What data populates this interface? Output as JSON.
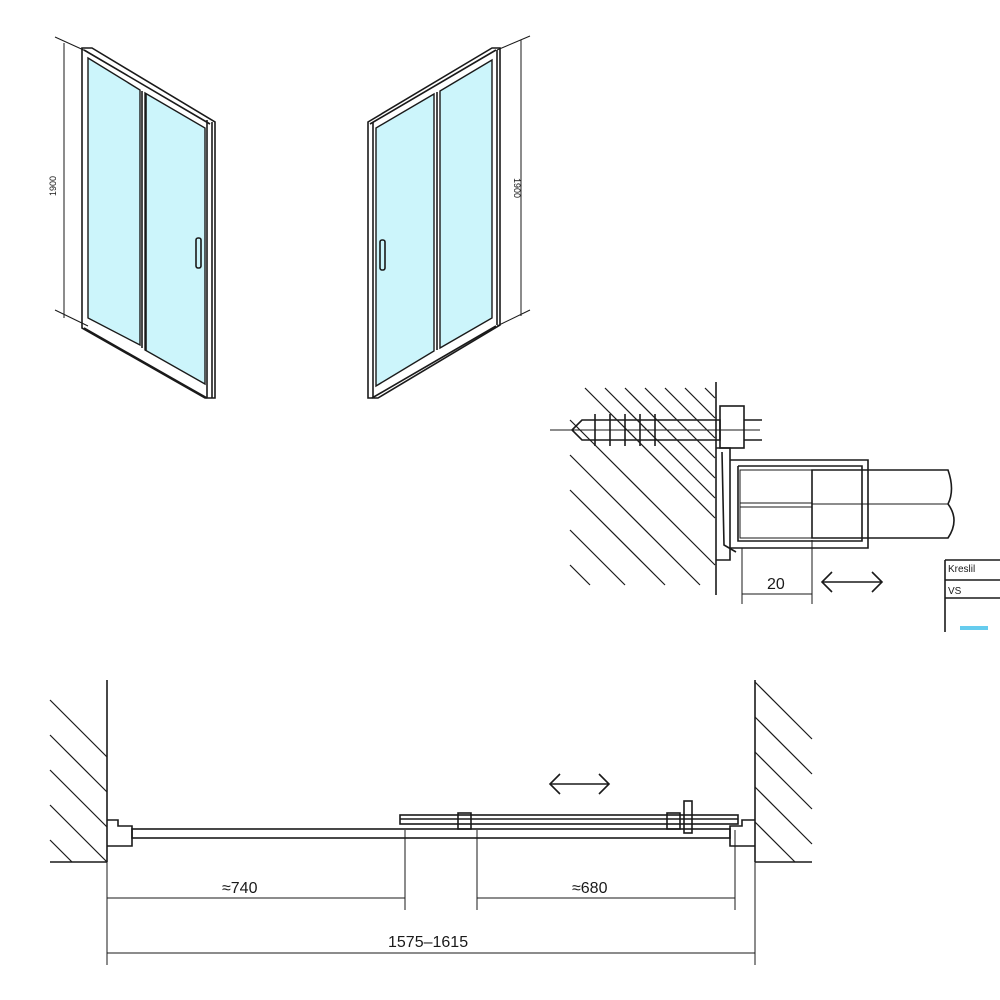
{
  "left_view": {
    "height_label": "1900"
  },
  "right_view": {
    "height_label": "1900"
  },
  "detail": {
    "offset_label": "20"
  },
  "plan": {
    "left_label": "≈740",
    "right_label": "≈680",
    "total_label": "1575–1615"
  },
  "title_block": {
    "author_label": "Kreslil",
    "author_value": "VS"
  },
  "colors": {
    "glass": "#ccf5fb",
    "line": "#1a1a1a",
    "logo": "#66ccee"
  }
}
